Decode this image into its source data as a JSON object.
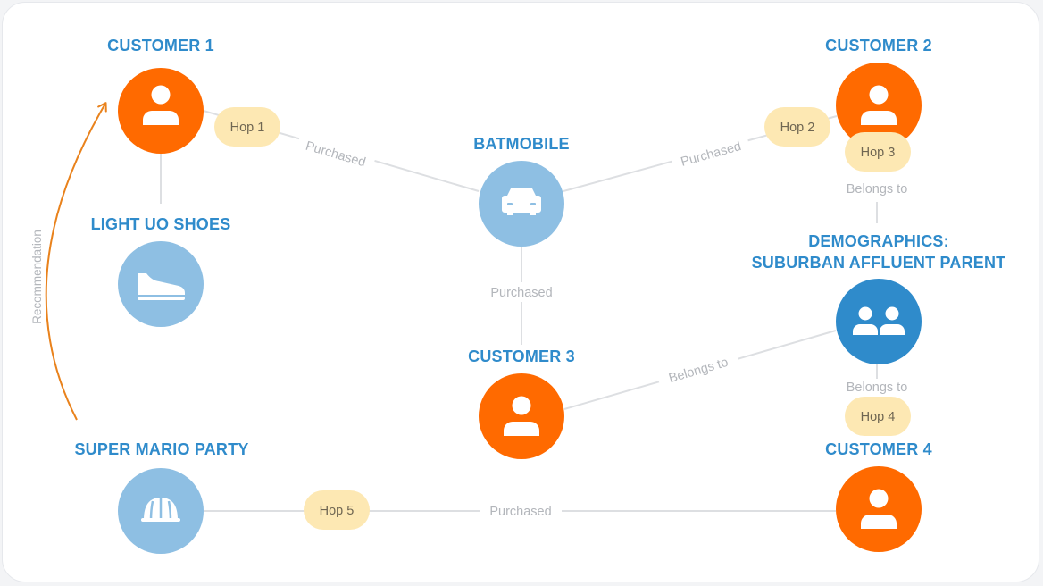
{
  "colors": {
    "customer": "#ff6a00",
    "product": "#8ebfe3",
    "demographic": "#2f8bcb",
    "label": "#2f8bcb",
    "hop_bg": "#fde8b3",
    "hop_text": "#6f6652",
    "edge": "#dddfe2",
    "edge_text": "#b3b6bb",
    "recommendation_arrow": "#e9821c"
  },
  "nodes": {
    "customer1": {
      "label": "CUSTOMER 1",
      "icon": "person-icon"
    },
    "customer2": {
      "label": "CUSTOMER 2",
      "icon": "person-icon"
    },
    "customer3": {
      "label": "CUSTOMER 3",
      "icon": "person-icon"
    },
    "customer4": {
      "label": "CUSTOMER 4",
      "icon": "person-icon"
    },
    "batmobile": {
      "label": "BATMOBILE",
      "icon": "car-icon"
    },
    "shoes": {
      "label": "LIGHT UO SHOES",
      "icon": "shoe-icon"
    },
    "mario": {
      "label": "SUPER MARIO PARTY",
      "icon": "cap-icon"
    },
    "demographics": {
      "label_line1": "DEMOGRAPHICS:",
      "label_line2": "SUBURBAN AFFLUENT PARENT",
      "icon": "group-icon"
    }
  },
  "edges": {
    "c1_batmobile": "Purchased",
    "c2_batmobile": "Purchased",
    "batmobile_c3": "Purchased",
    "c2_demographics": "Belongs to",
    "c3_demographics": "Belongs to",
    "c4_demographics": "Belongs to",
    "mario_c4": "Purchased"
  },
  "hops": {
    "hop1": "Hop 1",
    "hop2": "Hop 2",
    "hop3": "Hop 3",
    "hop4": "Hop 4",
    "hop5": "Hop 5"
  },
  "recommendation": "Recommendation"
}
